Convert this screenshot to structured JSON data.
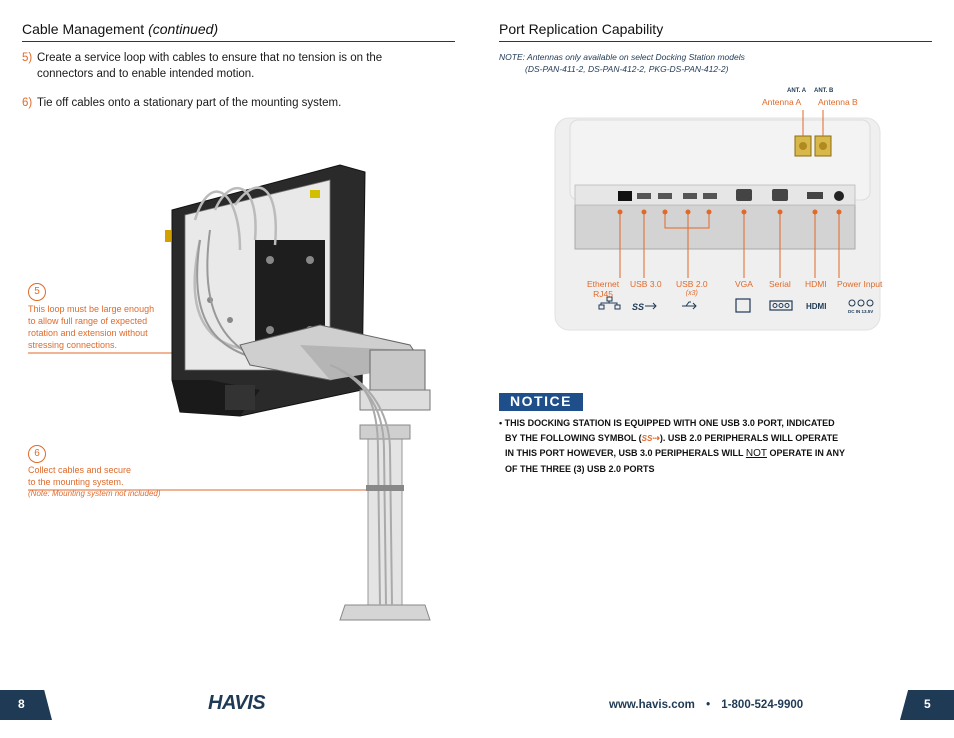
{
  "left": {
    "heading": "Cable Management",
    "heading_italic": "(continued)",
    "steps": [
      {
        "num": "5)",
        "text": "Create a service loop with cables to ensure that no tension is on the connectors and to enable intended motion."
      },
      {
        "num": "6)",
        "text": "Tie off cables onto a stationary part of the mounting system."
      }
    ],
    "callouts": [
      {
        "num": "5",
        "lines": [
          "This loop must be large enough",
          "to allow full range of expected",
          "rotation and extension without",
          "stressing connections."
        ]
      },
      {
        "num": "6",
        "lines": [
          "Collect cables and secure",
          "to the mounting system."
        ],
        "note": "(Note: Mounting system not included)"
      }
    ]
  },
  "right": {
    "heading": "Port Replication Capability",
    "note_line1": "NOTE:  Antennas only available on select Docking Station models",
    "note_line2": "(DS-PAN-411-2, DS-PAN-412-2, PKG-DS-PAN-412-2)",
    "antenna_tags": [
      "ANT. A",
      "ANT. B"
    ],
    "antenna_labels": [
      "Antenna A",
      "Antenna B"
    ],
    "port_labels": [
      {
        "label": "Ethernet",
        "sub": "RJ45"
      },
      {
        "label": "USB 3.0"
      },
      {
        "label": "USB 2.0",
        "sub": "(x3)"
      },
      {
        "label": "VGA"
      },
      {
        "label": "Serial"
      },
      {
        "label": "HDMI"
      },
      {
        "label": "Power Input"
      }
    ],
    "dc_text": "DC IN 13.5V",
    "ss_symbol": "SS",
    "notice": {
      "title": "NOTICE",
      "line1": "• THIS DOCKING STATION IS EQUIPPED WITH ONE USB 3.0 PORT, INDICATED",
      "line2a": "BY THE FOLLOWING SYMBOL (",
      "line2b": ").  USB 2.0 PERIPHERALS WILL OPERATE",
      "line3a": "IN THIS PORT HOWEVER, USB 3.0 PERIPHERALS WILL ",
      "line3not": "NOT",
      "line3b": " OPERATE IN ANY",
      "line4": "OF THE THREE (3) USB 2.0 PORTS"
    }
  },
  "footer": {
    "left_page": "8",
    "right_page": "5",
    "logo": "HAVIS",
    "website": "www.havis.com",
    "separator": "•",
    "phone": "1-800-524-9900"
  },
  "colors": {
    "navy": "#1f3a55",
    "orange": "#e06a2a",
    "notice_blue": "#1f4f8a"
  }
}
